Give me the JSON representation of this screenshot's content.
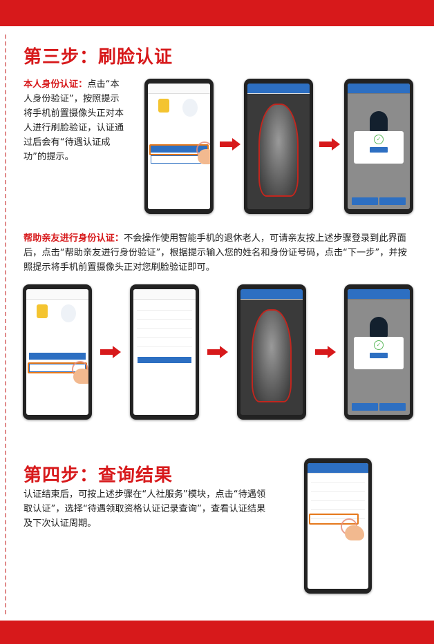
{
  "step3": {
    "title": "第三步：刷脸认证",
    "self_label": "本人身份认证：",
    "self_text": "点击“本人身份验证”，按照提示将手机前置摄像头正对本人进行刷脸验证，认证通过后会有“待遇认证成功”的提示。",
    "help_label": "帮助亲友进行身份认证：",
    "help_text": "不会操作使用智能手机的退休老人，可请亲友按上述步骤登录到此界面后，点击“帮助亲友进行身份验证”，根据提示输入您的姓名和身份证号码，点击“下一步”，并按照提示将手机前置摄像头正对您刷脸验证即可。"
  },
  "step4": {
    "title": "第四步：查询结果",
    "text": "认证结束后，可按上述步骤在“人社服务”模块，点击“待遇领取认证”，选择“待遇领取资格认证记录查询”，查看认证结果及下次认证周期。"
  },
  "colors": {
    "brand_red": "#d7191b",
    "blue": "#2d6fc2",
    "highlight": "#e5781b"
  },
  "icons": {
    "arrow": "arrow-right-icon",
    "hand": "hand-pointer-icon",
    "check": "check-circle-icon"
  }
}
